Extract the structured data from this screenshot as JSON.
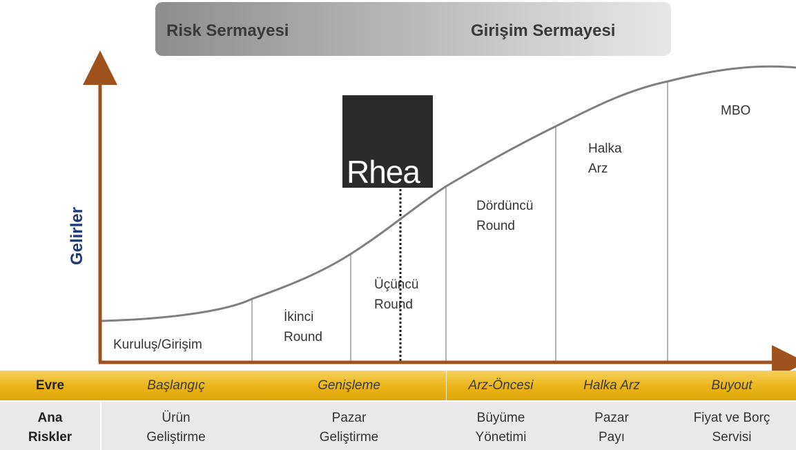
{
  "banner": {
    "left": "Risk Sermayesi",
    "right": "Girişim Sermayesi"
  },
  "y_axis_label": "Gelirler",
  "logo_text": "Rhea",
  "stages": [
    {
      "key": "kurulus",
      "label": "Kuruluş/Girişim"
    },
    {
      "key": "ikinci",
      "label": "İkinci\nRound"
    },
    {
      "key": "ucuncu",
      "label": "Üçüncü\nRound"
    },
    {
      "key": "dorduncu",
      "label": "Dördüncü\nRound"
    },
    {
      "key": "halka-arz",
      "label": "Halka\nArz"
    },
    {
      "key": "mbo",
      "label": "MBO"
    }
  ],
  "phase_row": {
    "header": "Evre",
    "phases": [
      "Başlangıç",
      "Genişleme",
      "Arz-Öncesi",
      "Halka Arz",
      "Buyout"
    ]
  },
  "risk_row": {
    "header": "Ana\nRiskler",
    "risks": [
      "Ürün\nGeliştirme",
      "Pazar\nGeliştirme",
      "Büyüme\nYönetimi",
      "Pazar\nPayı",
      "Fiyat ve Borç\nServisi"
    ]
  },
  "colors": {
    "axis": "#a0521c",
    "curve": "#7f7f7f",
    "phase_bar": "#eab316",
    "ylabel": "#1f3a78",
    "risk_bar": "#e9e9e9"
  }
}
